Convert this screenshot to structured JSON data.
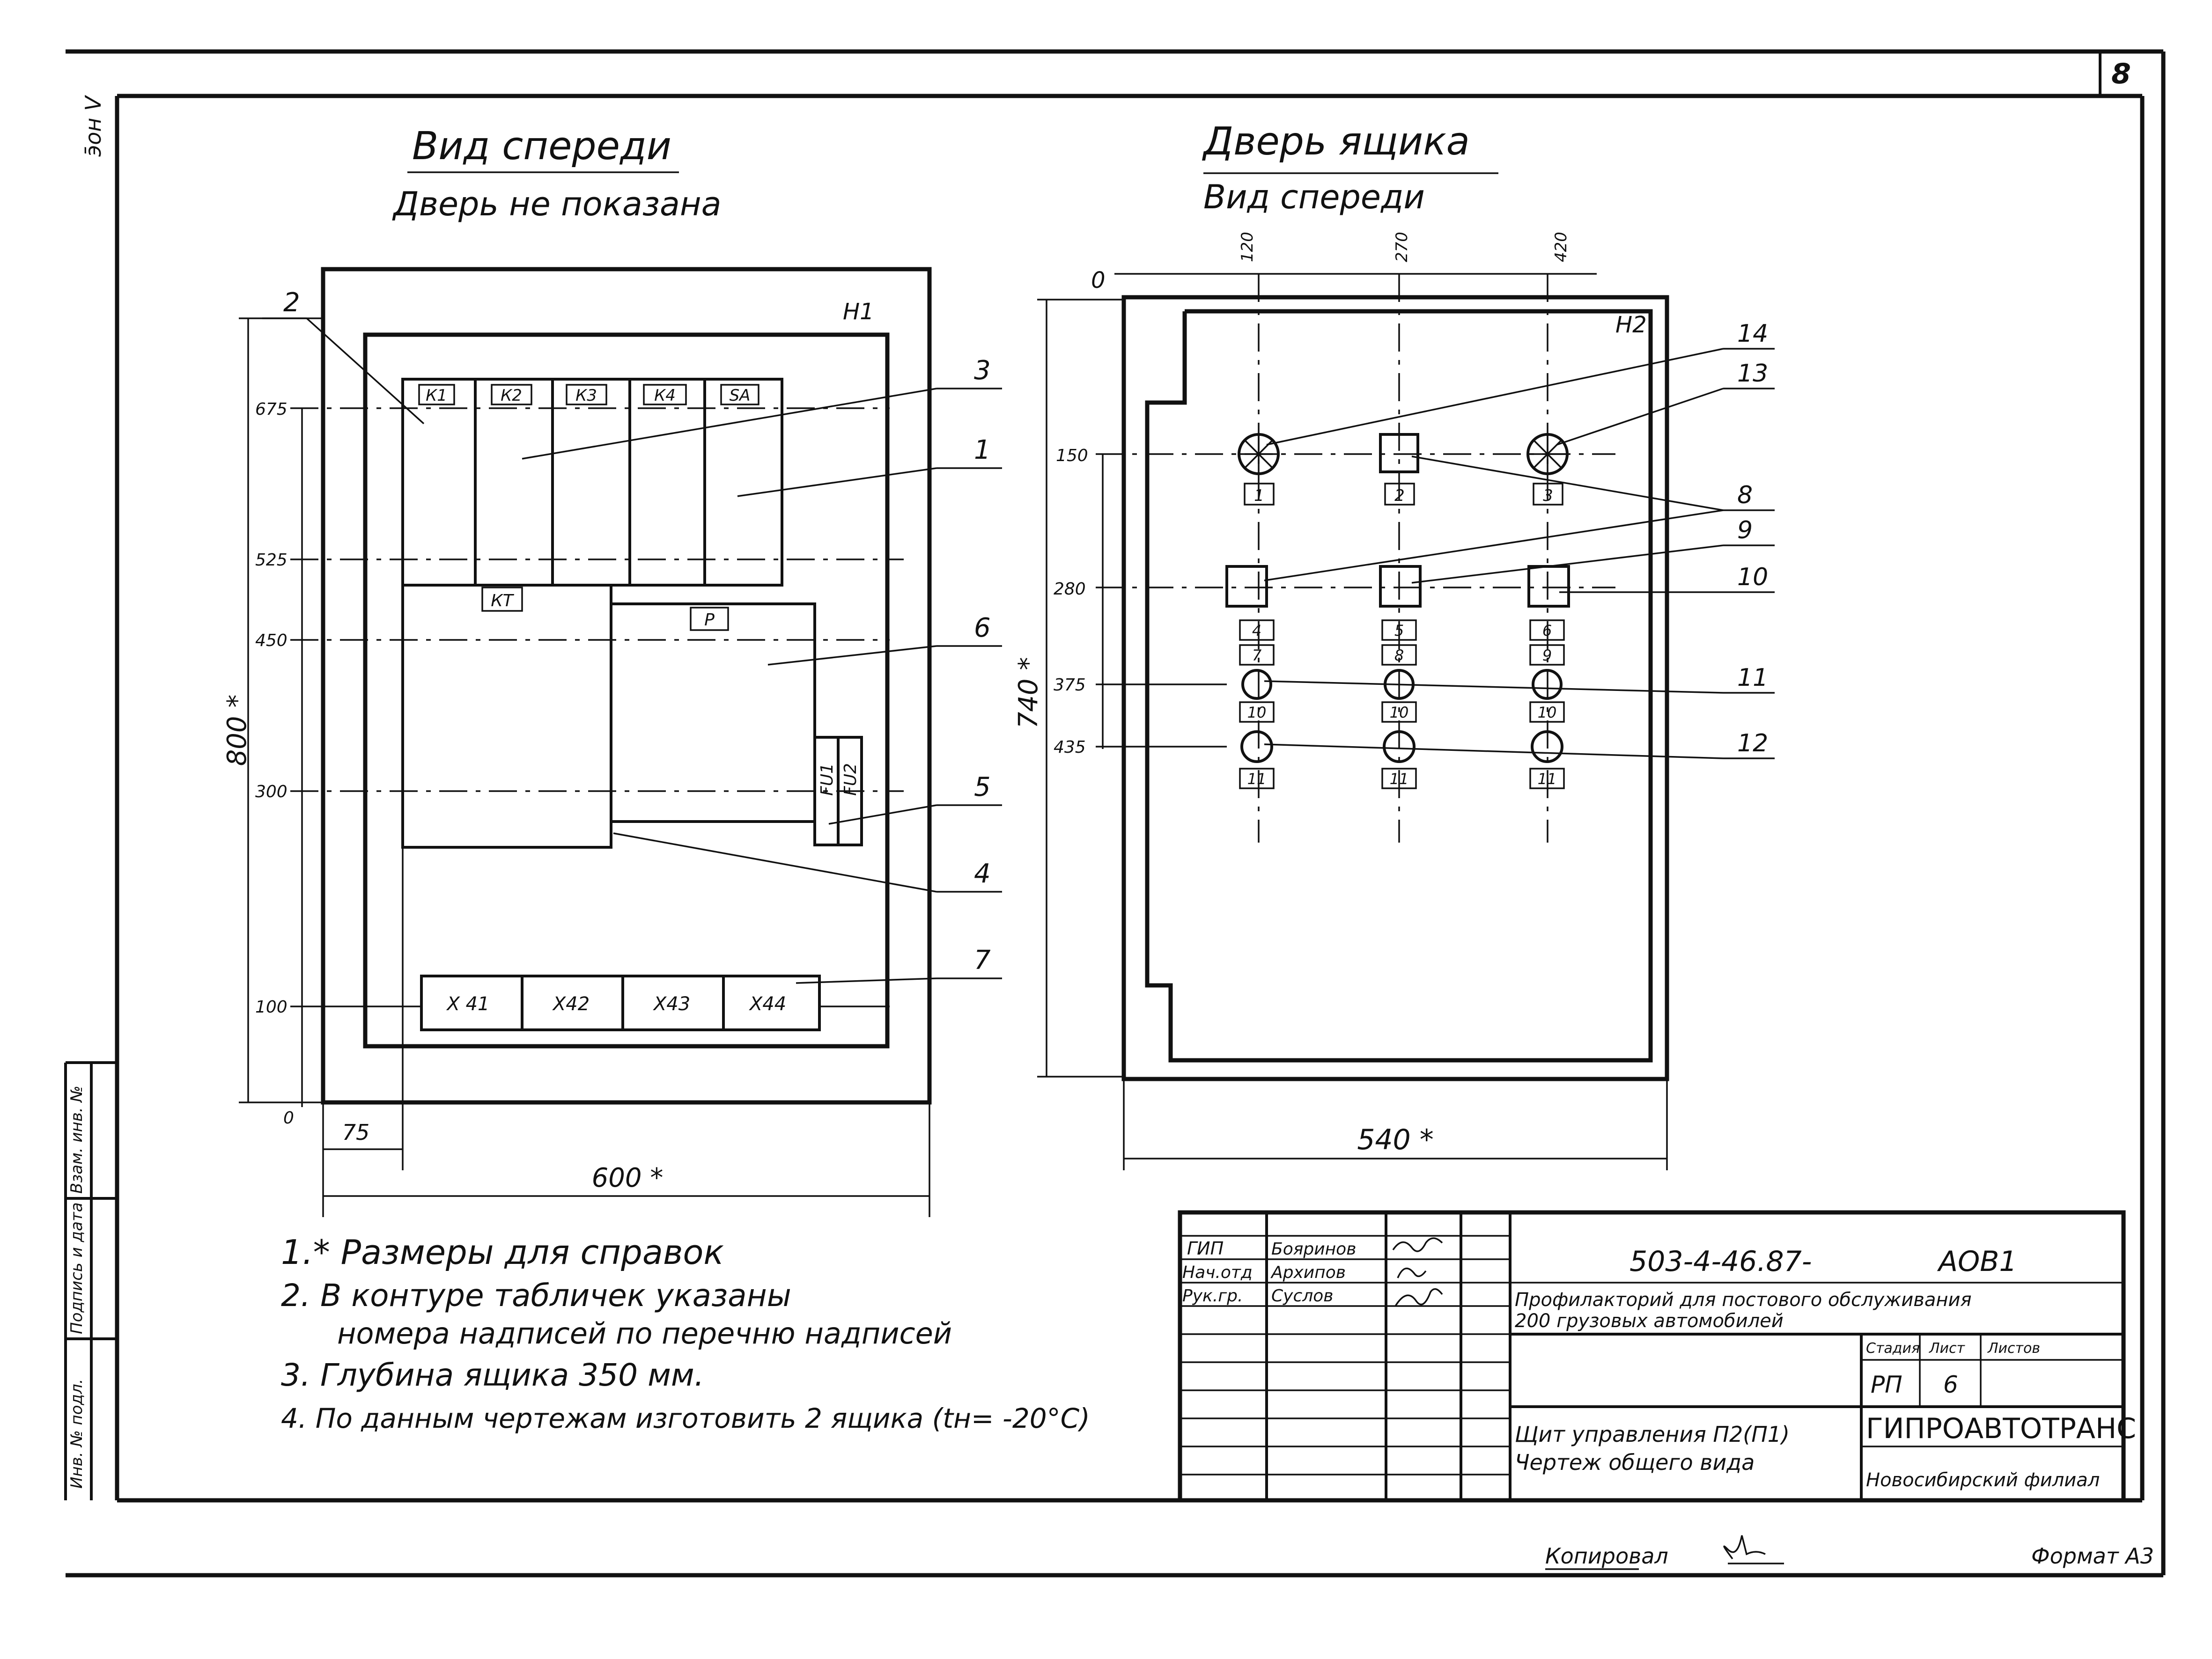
{
  "sheet_number": "8",
  "side_stamp": {
    "top_label": "э̄он V",
    "column_labels": [
      "Инв. № подл.",
      "Подпись и дата",
      "Взам. инв. №"
    ]
  },
  "front_view": {
    "title": "Вид спереди",
    "subtitle": "Дверь не показана",
    "panel_label": "Н1",
    "device_labels": [
      "К1",
      "К2",
      "К3",
      "К4",
      "SA"
    ],
    "relay_label": "КТ",
    "block_label": "Р",
    "fuse_labels": [
      "FU1",
      "FU2"
    ],
    "terminal_labels": [
      "X 41",
      "X42",
      "X43",
      "X44"
    ],
    "callouts": [
      "2",
      "3",
      "1",
      "6",
      "5",
      "4",
      "7"
    ],
    "elevations": [
      "675",
      "525",
      "450",
      "300",
      "100",
      "0"
    ],
    "dim_height": "800 *",
    "dim_width": "600 *",
    "dim_offset": "75"
  },
  "door_view": {
    "title": "Дверь ящика",
    "subtitle": "Вид спереди",
    "panel_label": "Н2",
    "top_marks": [
      "0",
      "120",
      "270",
      "420"
    ],
    "elevations": [
      "150",
      "280",
      "375",
      "435"
    ],
    "dim_height": "740 *",
    "dim_width": "540 *",
    "callouts": [
      "14",
      "13",
      "8",
      "9",
      "10",
      "11",
      "12"
    ],
    "column1_tags": [
      "1",
      "4",
      "7",
      "10",
      "11"
    ],
    "column2_tags": [
      "2",
      "5",
      "8",
      "10",
      "11"
    ],
    "column3_tags": [
      "3",
      "6",
      "9",
      "10",
      "11"
    ]
  },
  "notes": [
    "1.* Размеры для справок",
    "2. В контуре табличек указаны",
    "номера надписей по перечню надписей",
    "3. Глубина ящика 350 мм.",
    "4. По данным чертежам изготовить 2 ящика (tн= -20°С)"
  ],
  "title_block": {
    "roles": [
      "ГИП",
      "Нач.отд",
      "Рук.гр."
    ],
    "names": [
      "Бояринов",
      "Архипов",
      "Суслов"
    ],
    "doc_code": "503-4-46.87-",
    "doc_suffix": "АОВ1",
    "project_line1": "Профилакторий для постового обслуживания",
    "project_line2": "200 грузовых автомобилей",
    "stage_header": "Стадия",
    "sheet_header": "Лист",
    "sheets_header": "Листов",
    "stage": "РП",
    "sheet": "6",
    "drawing_title1": "Щит управления П2(П1)",
    "drawing_title2": "Чертеж общего вида",
    "org": "ГИПРОАВТОТРАНС",
    "branch": "Новосибирский филиал"
  },
  "footer": {
    "copied": "Копировал",
    "format": "Формат А3"
  }
}
